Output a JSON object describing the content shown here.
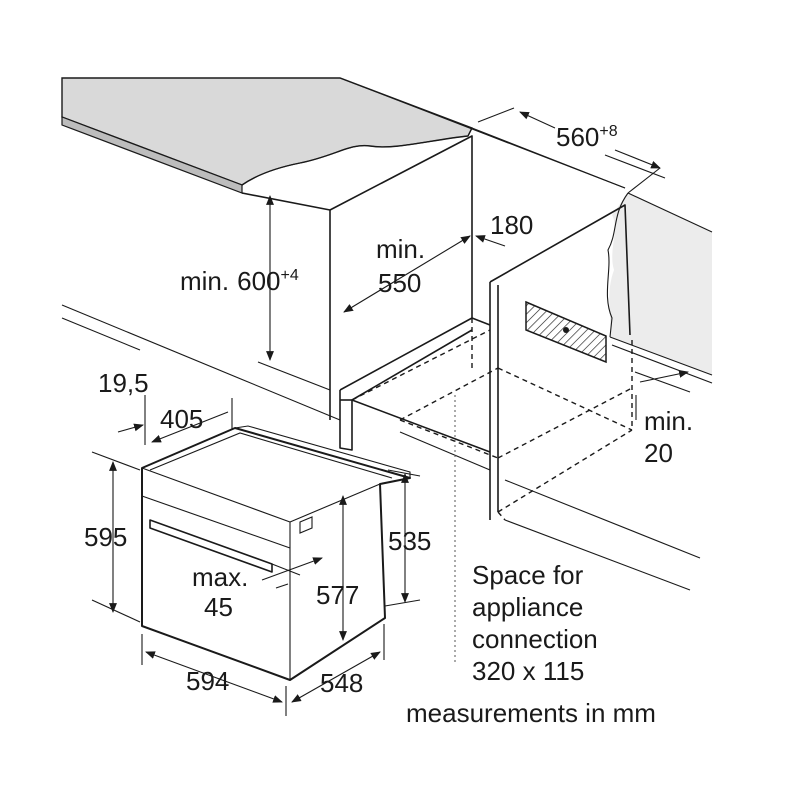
{
  "dimensions": {
    "cabinet_width": {
      "value": "560",
      "sup": "+8"
    },
    "cabinet_height_min_prefix": "min.",
    "cabinet_height_value": "600",
    "cabinet_height_sup": "+4",
    "cabinet_depth_min_prefix": "min.",
    "cabinet_depth_value": "550",
    "back_gap": "180",
    "side_gap_prefix": "min.",
    "side_gap_value": "20",
    "oven_overhang": "19,5",
    "oven_offset": "405",
    "oven_front_height": "595",
    "oven_body_height": "577",
    "oven_side_height": "535",
    "handle_max_prefix": "max.",
    "handle_max_value": "45",
    "oven_width": "594",
    "oven_depth": "548"
  },
  "notes": {
    "connection_line1": "Space for",
    "connection_line2": "appliance",
    "connection_line3": "connection",
    "connection_line4": "320 x 115",
    "units": "measurements in mm"
  },
  "colors": {
    "line": "#1a1a1a",
    "worktop": "#d9d9d9",
    "worktop_edge": "#bdbdbd",
    "hatch": "#1a1a1a"
  }
}
